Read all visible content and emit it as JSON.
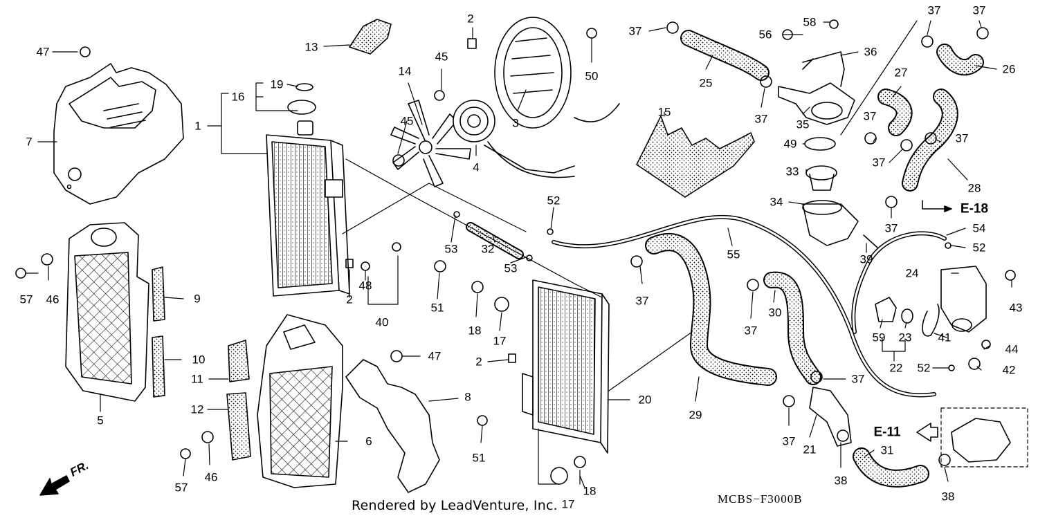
{
  "diagram": {
    "callouts": [
      {
        "id": "c47a",
        "text": "47"
      },
      {
        "id": "c7",
        "text": "7"
      },
      {
        "id": "c13",
        "text": "13"
      },
      {
        "id": "c2a",
        "text": "2"
      },
      {
        "id": "c50",
        "text": "50"
      },
      {
        "id": "c45a",
        "text": "45"
      },
      {
        "id": "c14",
        "text": "14"
      },
      {
        "id": "c45b",
        "text": "45"
      },
      {
        "id": "c3",
        "text": "3"
      },
      {
        "id": "c4",
        "text": "4"
      },
      {
        "id": "c19",
        "text": "19"
      },
      {
        "id": "c16",
        "text": "16"
      },
      {
        "id": "c1",
        "text": "1"
      },
      {
        "id": "c37a",
        "text": "37"
      },
      {
        "id": "c25",
        "text": "25"
      },
      {
        "id": "c56",
        "text": "56"
      },
      {
        "id": "c58",
        "text": "58"
      },
      {
        "id": "c36",
        "text": "36"
      },
      {
        "id": "c37b",
        "text": "37"
      },
      {
        "id": "c35",
        "text": "35"
      },
      {
        "id": "c15",
        "text": "15"
      },
      {
        "id": "c37c",
        "text": "37"
      },
      {
        "id": "c37d",
        "text": "37"
      },
      {
        "id": "c26",
        "text": "26"
      },
      {
        "id": "c27",
        "text": "27"
      },
      {
        "id": "c37e",
        "text": "37"
      },
      {
        "id": "c37f",
        "text": "37"
      },
      {
        "id": "c37g",
        "text": "37"
      },
      {
        "id": "c28",
        "text": "28"
      },
      {
        "id": "c49",
        "text": "49"
      },
      {
        "id": "c33",
        "text": "33"
      },
      {
        "id": "c34",
        "text": "34"
      },
      {
        "id": "c37h",
        "text": "37"
      },
      {
        "id": "c54",
        "text": "54"
      },
      {
        "id": "c52a",
        "text": "52"
      },
      {
        "id": "c39",
        "text": "39"
      },
      {
        "id": "c55",
        "text": "55"
      },
      {
        "id": "c52b",
        "text": "52"
      },
      {
        "id": "c53a",
        "text": "53"
      },
      {
        "id": "c32",
        "text": "32"
      },
      {
        "id": "c53b",
        "text": "53"
      },
      {
        "id": "c57a",
        "text": "57"
      },
      {
        "id": "c46a",
        "text": "46"
      },
      {
        "id": "c9",
        "text": "9"
      },
      {
        "id": "c10",
        "text": "10"
      },
      {
        "id": "c5",
        "text": "5"
      },
      {
        "id": "c2b",
        "text": "2"
      },
      {
        "id": "c48",
        "text": "48"
      },
      {
        "id": "c40",
        "text": "40"
      },
      {
        "id": "c51a",
        "text": "51"
      },
      {
        "id": "c18a",
        "text": "18"
      },
      {
        "id": "c17a",
        "text": "17"
      },
      {
        "id": "c37i",
        "text": "37"
      },
      {
        "id": "c37j",
        "text": "37"
      },
      {
        "id": "c30",
        "text": "30"
      },
      {
        "id": "c24",
        "text": "24"
      },
      {
        "id": "c43",
        "text": "43"
      },
      {
        "id": "c59",
        "text": "59"
      },
      {
        "id": "c23",
        "text": "23"
      },
      {
        "id": "c41",
        "text": "41"
      },
      {
        "id": "c44",
        "text": "44"
      },
      {
        "id": "c22",
        "text": "22"
      },
      {
        "id": "c52c",
        "text": "52"
      },
      {
        "id": "c42",
        "text": "42"
      },
      {
        "id": "c11",
        "text": "11"
      },
      {
        "id": "c12",
        "text": "12"
      },
      {
        "id": "c6",
        "text": "6"
      },
      {
        "id": "c47b",
        "text": "47"
      },
      {
        "id": "c8",
        "text": "8"
      },
      {
        "id": "c2c",
        "text": "2"
      },
      {
        "id": "c20",
        "text": "20"
      },
      {
        "id": "c29",
        "text": "29"
      },
      {
        "id": "c37k",
        "text": "37"
      },
      {
        "id": "c37l",
        "text": "37"
      },
      {
        "id": "c21",
        "text": "21"
      },
      {
        "id": "c31",
        "text": "31"
      },
      {
        "id": "c38a",
        "text": "38"
      },
      {
        "id": "c38b",
        "text": "38"
      },
      {
        "id": "c57b",
        "text": "57"
      },
      {
        "id": "c46b",
        "text": "46"
      },
      {
        "id": "c51b",
        "text": "51"
      },
      {
        "id": "c17b",
        "text": "17"
      },
      {
        "id": "c18b",
        "text": "18"
      }
    ],
    "references": [
      {
        "id": "rE18",
        "text": "E-18"
      },
      {
        "id": "rE11",
        "text": "E-11"
      }
    ],
    "direction_label": "FR.",
    "credit": "Rendered by LeadVenture, Inc.",
    "diagram_code": "MCBS−F3000B"
  }
}
